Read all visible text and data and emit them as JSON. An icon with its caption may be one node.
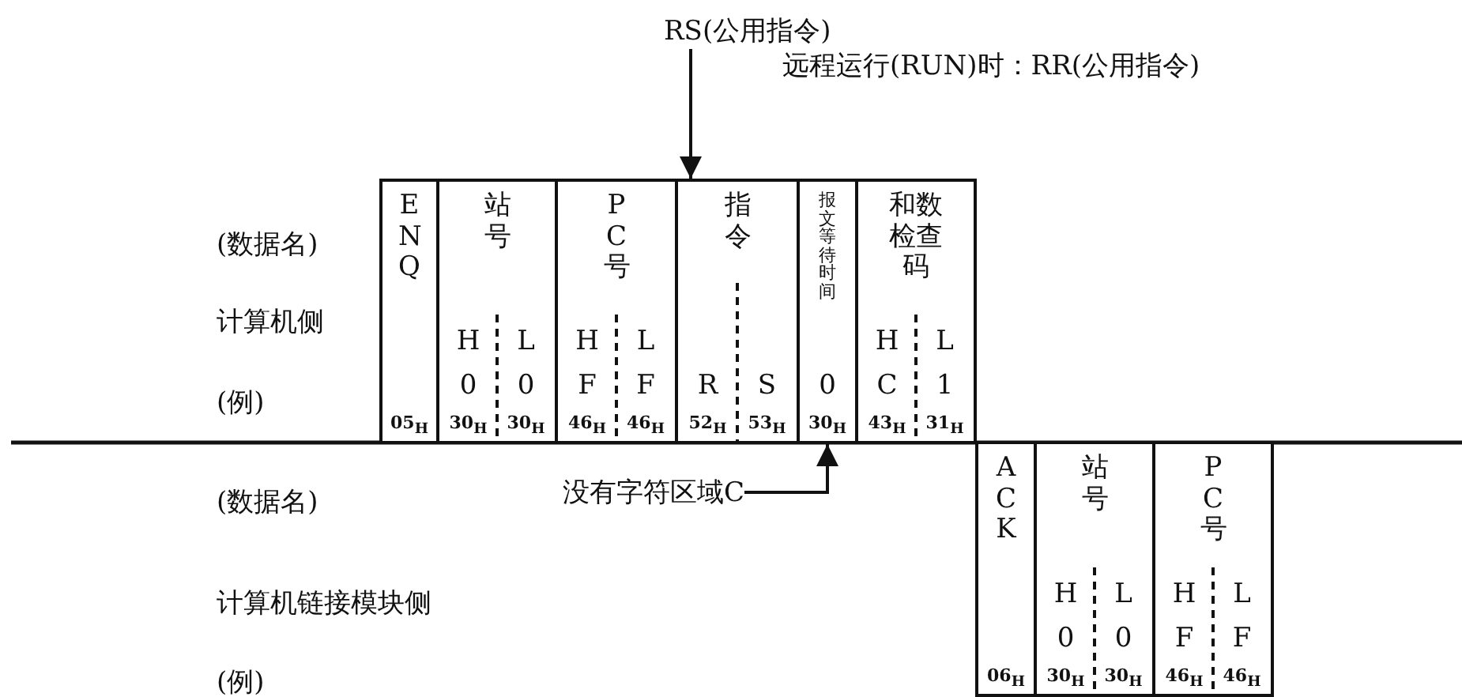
{
  "diagram": {
    "nodes": [
      {
        "text": [
          "ENQ",
          "05$_{H}$"
        ]
      },
      {
        "text": [
          "站号",
          "H",
          "L",
          "0",
          "0",
          "30$_{H}$",
          "30$_{H}$"
        ]
      },
      {
        "text": [
          "PC号",
          "H",
          "L",
          "F",
          "F",
          "46$_{H}$",
          "46$_{H}$"
        ]
      },
      {
        "text": [
          "指令",
          "R",
          "S",
          "52$_{H}$",
          "53$_{H}$"
        ]
      },
      {
        "text": [
          "报文等待时间",
          "0",
          "30$_{H}$"
        ]
      },
      {
        "text": [
          "和数检查码",
          "H",
          "L",
          "C",
          "1",
          "43$_{H}$",
          "31$_{H}$"
        ]
      },
      {
        "text": [
          "ACK",
          "06$_{H}$"
        ]
      },
      {
        "text": [
          "站号",
          "H",
          "L",
          "0",
          "0",
          "30$_{H}$",
          "30$_{H}$"
        ]
      },
      {
        "text": [
          "PC号",
          "H",
          "L",
          "F",
          "F",
          "46$_{H}$",
          "46$_{H}$"
        ]
      },
      {
        "text": [
          "RS(公用指令)"
        ]
      },
      {
        "text": [
          "没有字符区域C"
        ]
      }
    ],
    "edges": [
      {
        "from": 9,
        "to": 3,
        "arrow": "to"
      },
      {
        "from": 10,
        "to": 4,
        "arrow": "to"
      }
    ],
    "labels": [
      "远程运行(RUN)时：RR(公用指令)",
      "(数据名)",
      "计算机侧",
      "(例)",
      "(数据名)",
      "计算机链接模块侧",
      "(例)"
    ]
  }
}
